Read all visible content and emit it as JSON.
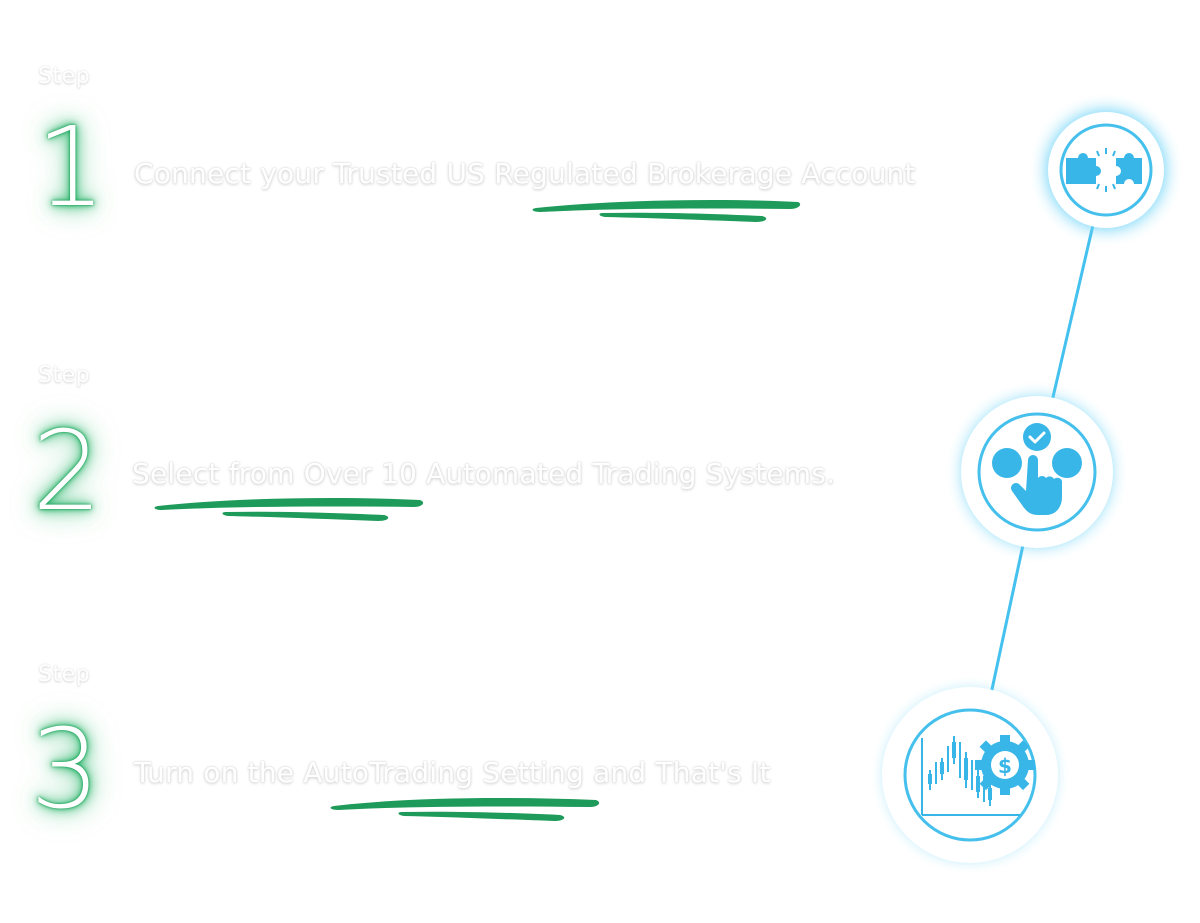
{
  "steps": [
    {
      "label": "Step",
      "number": "1",
      "text": "Connect your Trusted US Regulated Brokerage Account",
      "icon": "puzzle-connect-icon"
    },
    {
      "label": "Step",
      "number": "2",
      "text": "Select from Over 10 Automated Trading Systems.",
      "icon": "hand-select-icon"
    },
    {
      "label": "Step",
      "number": "3",
      "text": "Turn on the AutoTrading Setting and That's It",
      "icon": "chart-gear-dollar-icon"
    }
  ],
  "colors": {
    "accent_green": "#1e9b5a",
    "glow_blue": "#3fc4f0",
    "icon_blue": "#38b6e8"
  }
}
